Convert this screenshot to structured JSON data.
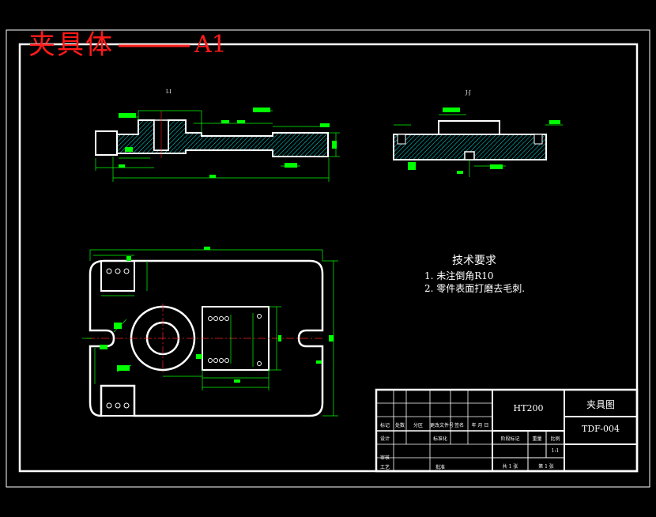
{
  "sheet": {
    "title_text": "夹具体",
    "size_text": "A1"
  },
  "views": {
    "front_mark": "I-I",
    "side_mark": "J-J"
  },
  "tech_requirements": {
    "heading": "技术要求",
    "items": [
      "1. 未注倒角R10",
      "2. 零件表面打磨去毛刺."
    ]
  },
  "title_block": {
    "material": "HT200",
    "drawing_name": "夹具图",
    "drawing_number": "TDF-004",
    "row_labels": [
      "标记",
      "处数",
      "分区",
      "更改文件号",
      "签名",
      "年 月 日"
    ],
    "left_labels": [
      "设计",
      "标准化",
      "审核",
      "工艺",
      "批准"
    ],
    "stage_labels": [
      "阶段标记",
      "重量",
      "比例"
    ],
    "scale": "1:1",
    "sheets_total": "共 1 张",
    "sheet_number": "第 1 张"
  },
  "colors": {
    "outline": "#ffffff",
    "dimension": "#00ff00",
    "hatch": "#00e5e5",
    "centerline": "#ff2020",
    "title_red": "#ff1a1a"
  }
}
